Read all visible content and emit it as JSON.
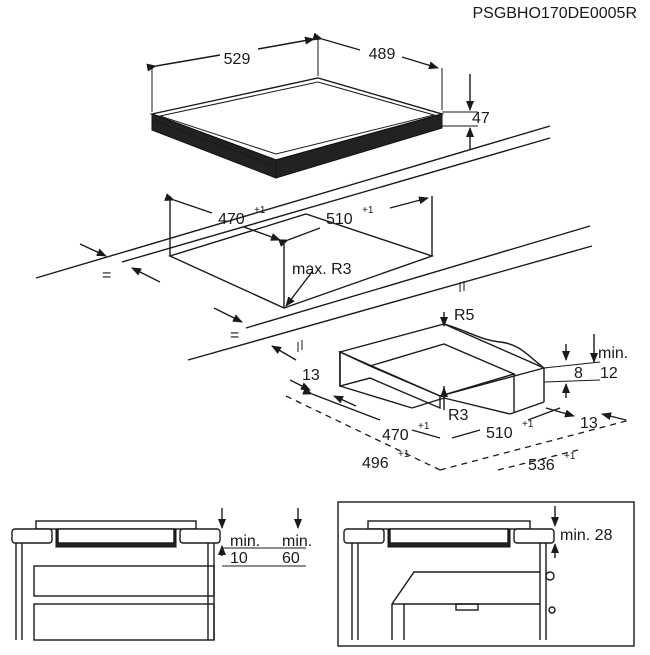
{
  "doc_code": "PSGBHO170DE0005R",
  "hob": {
    "width": "529",
    "depth": "489",
    "height": "47"
  },
  "cutout": {
    "width": "470",
    "width_tol": "+1",
    "depth": "510",
    "depth_tol": "+1",
    "radius": "max. R3",
    "equal": "="
  },
  "frame": {
    "r5": "R5",
    "r3": "R3",
    "min_label": "min.",
    "min_12": "12",
    "val_8": "8",
    "left_13": "13",
    "right_13": "13",
    "inner_w": "470",
    "inner_w_tol": "+1",
    "inner_d": "510",
    "inner_d_tol": "+1",
    "outer_w": "496",
    "outer_w_tol": "+1",
    "outer_d": "536",
    "outer_d_tol": "+1"
  },
  "side_left": {
    "min_a": "min.",
    "val_a": "10",
    "min_b": "min.",
    "val_b": "60"
  },
  "side_right": {
    "label": "min. 28"
  }
}
